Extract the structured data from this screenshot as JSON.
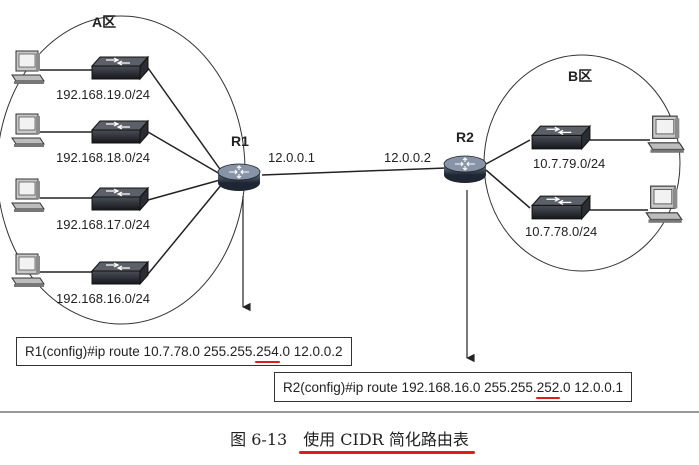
{
  "zones": {
    "a": "A区",
    "b": "B区"
  },
  "routers": {
    "r1": {
      "name": "R1",
      "ip": "12.0.0.1"
    },
    "r2": {
      "name": "R2",
      "ip": "12.0.0.2"
    }
  },
  "networks_a": [
    "192.168.19.0/24",
    "192.168.18.0/24",
    "192.168.17.0/24",
    "192.168.16.0/24"
  ],
  "networks_b": [
    "10.7.79.0/24",
    "10.7.78.0/24"
  ],
  "commands": {
    "r1": {
      "prefix": "R1(config)#ip route  10.7.78.0  255.255.",
      "hl": "254",
      "suffix": ".0  12.0.0.2"
    },
    "r2": {
      "prefix": "R2(config)#ip route  192.168.16.0   255.255.",
      "hl": "252",
      "suffix": ".0  12.0.0.1"
    }
  },
  "caption": {
    "number": "图 6-13",
    "title": "使用 CIDR 简化路由表"
  }
}
